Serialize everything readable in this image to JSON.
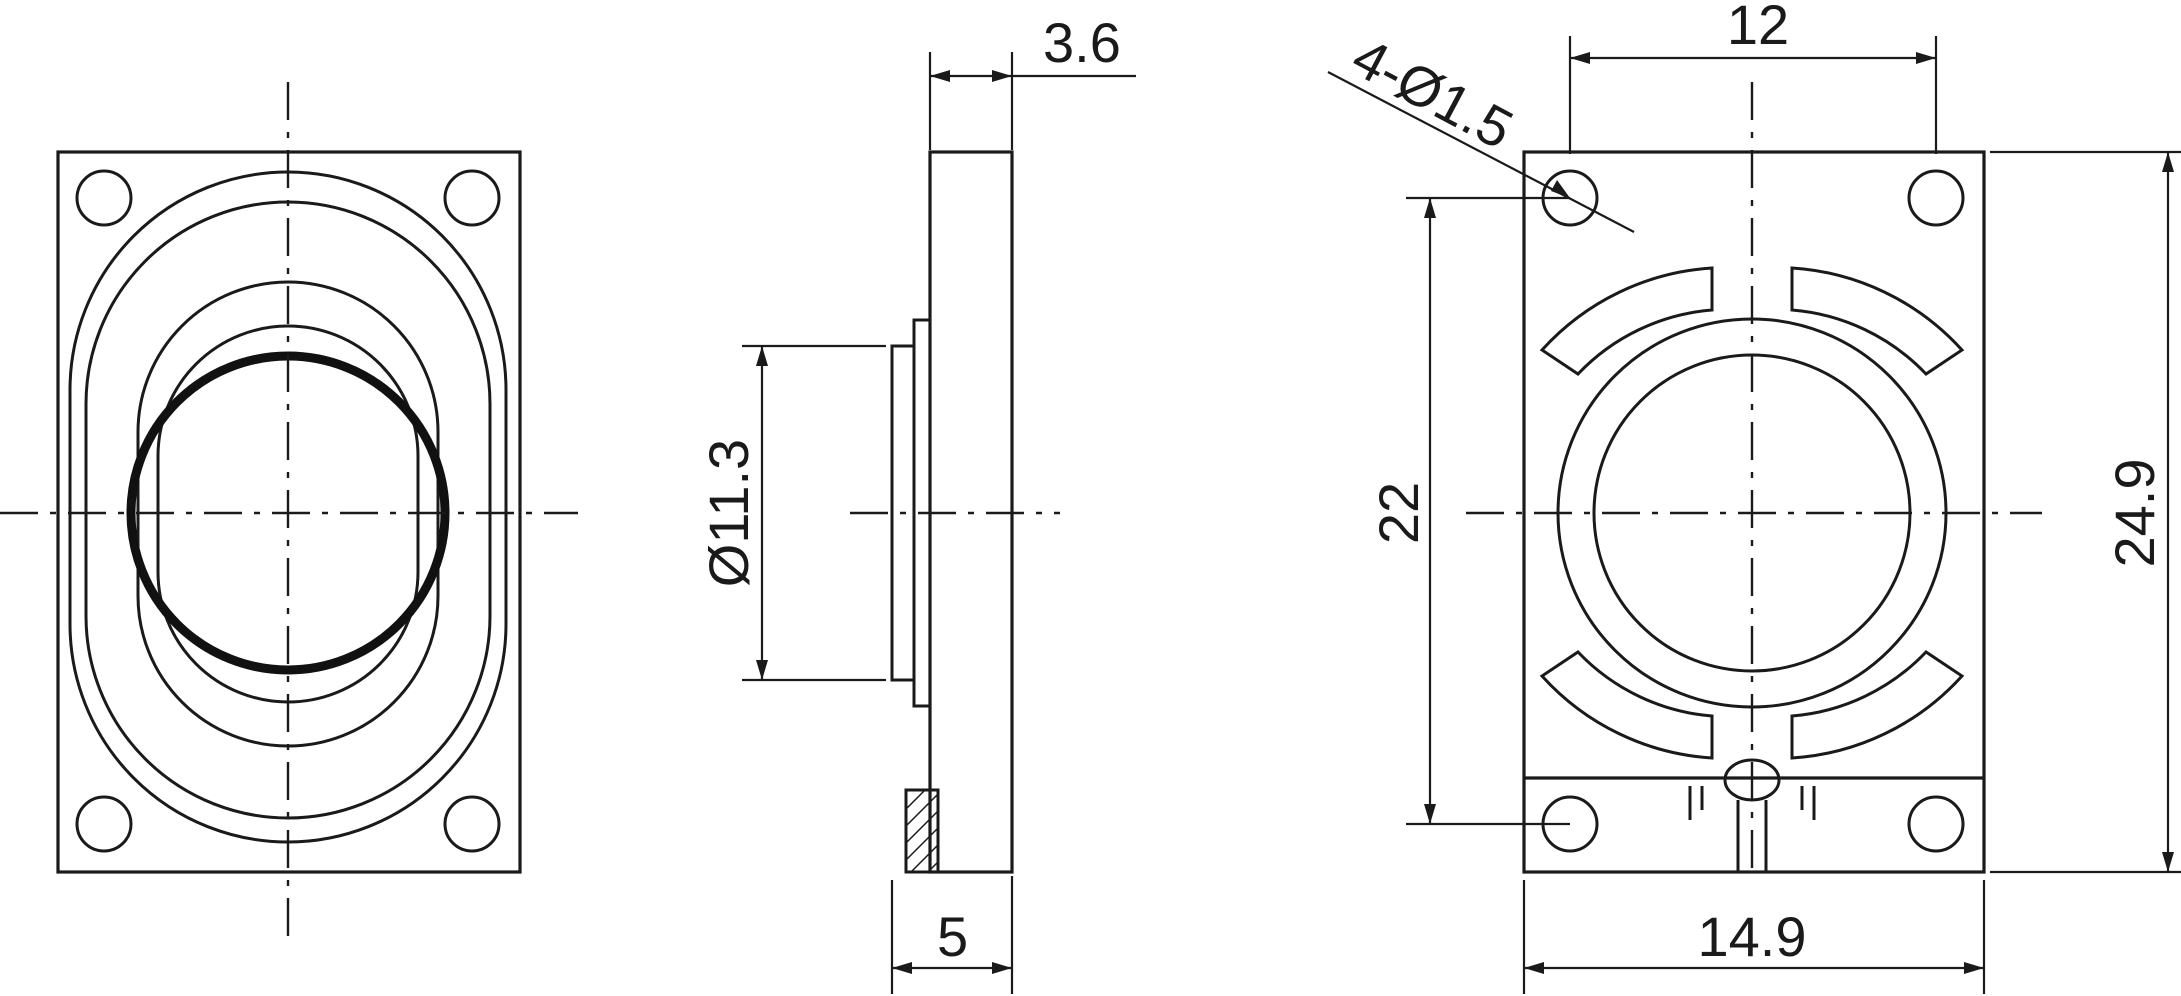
{
  "dimensions": {
    "thickness_top": "3.6",
    "thickness_bottom": "5",
    "diameter": "Ø11.3",
    "holes": "4-Ø1.5",
    "hole_spacing_x": "12",
    "hole_spacing_y": "22",
    "height": "24.9",
    "width": "14.9"
  }
}
